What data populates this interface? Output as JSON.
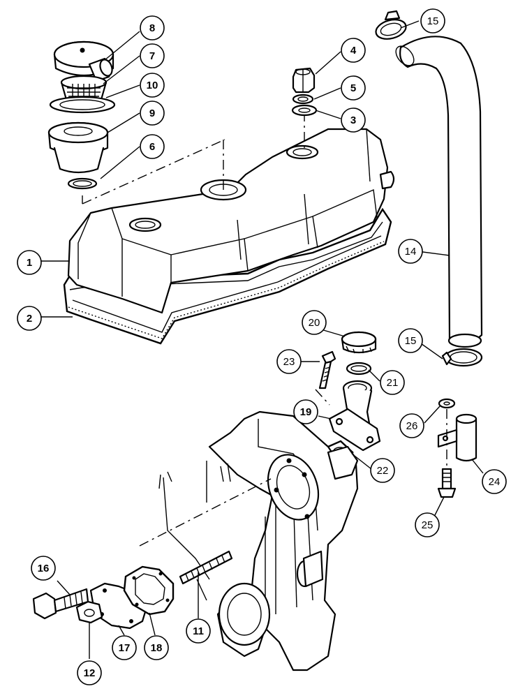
{
  "callouts": [
    {
      "id": "c1",
      "label": "1",
      "style": "bold"
    },
    {
      "id": "c2",
      "label": "2",
      "style": "bold"
    },
    {
      "id": "c3",
      "label": "3",
      "style": "bold"
    },
    {
      "id": "c4",
      "label": "4",
      "style": "bold"
    },
    {
      "id": "c5",
      "label": "5",
      "style": "bold"
    },
    {
      "id": "c6",
      "label": "6",
      "style": "bold"
    },
    {
      "id": "c7",
      "label": "7",
      "style": "bold"
    },
    {
      "id": "c8",
      "label": "8",
      "style": "bold"
    },
    {
      "id": "c9",
      "label": "9",
      "style": "bold"
    },
    {
      "id": "c10",
      "label": "10",
      "style": "bold"
    },
    {
      "id": "c11",
      "label": "11",
      "style": "bold"
    },
    {
      "id": "c12",
      "label": "12",
      "style": "bold"
    },
    {
      "id": "c14",
      "label": "14",
      "style": "light"
    },
    {
      "id": "c15a",
      "label": "15",
      "style": "light"
    },
    {
      "id": "c15b",
      "label": "15",
      "style": "light"
    },
    {
      "id": "c16",
      "label": "16",
      "style": "bold"
    },
    {
      "id": "c17",
      "label": "17",
      "style": "bold"
    },
    {
      "id": "c18",
      "label": "18",
      "style": "bold"
    },
    {
      "id": "c19",
      "label": "19",
      "style": "bold"
    },
    {
      "id": "c20",
      "label": "20",
      "style": "light"
    },
    {
      "id": "c21",
      "label": "21",
      "style": "light"
    },
    {
      "id": "c22",
      "label": "22",
      "style": "light"
    },
    {
      "id": "c23",
      "label": "23",
      "style": "light"
    },
    {
      "id": "c24",
      "label": "24",
      "style": "light"
    },
    {
      "id": "c25",
      "label": "25",
      "style": "light"
    },
    {
      "id": "c26",
      "label": "26",
      "style": "light"
    }
  ]
}
